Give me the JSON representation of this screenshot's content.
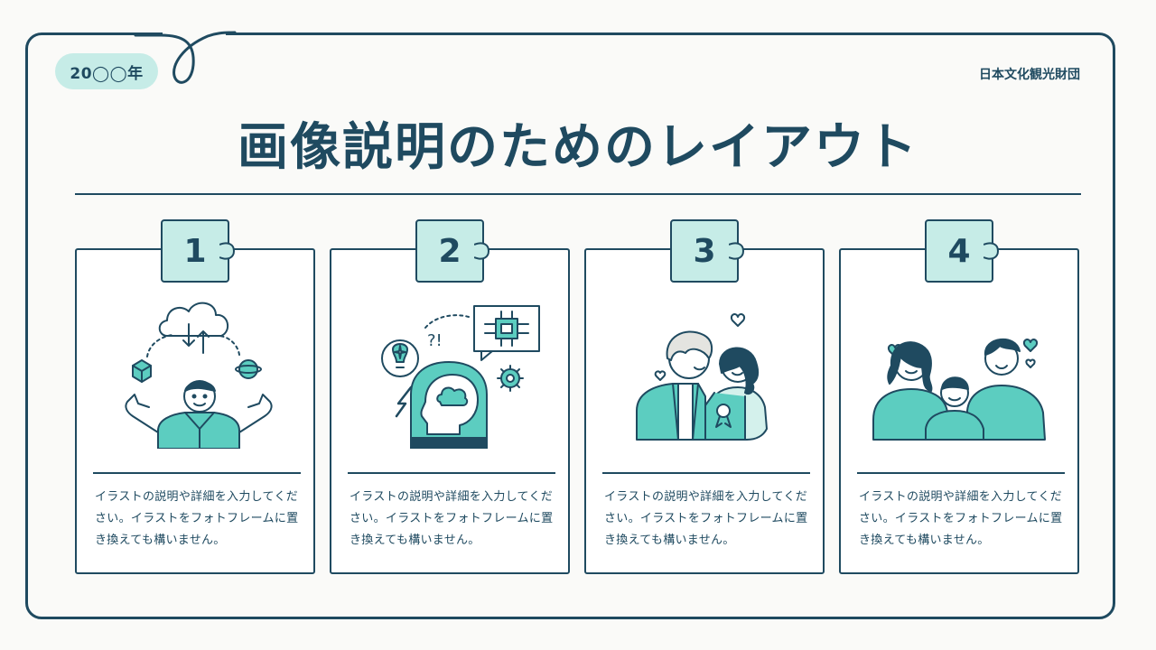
{
  "header": {
    "year": "20◯◯年",
    "organization": "日本文化観光財団",
    "title": "画像説明のためのレイアウト"
  },
  "cards": [
    {
      "number": "1",
      "illustration": "person-cloud-data-icon",
      "description": "イラストの説明や詳細を入力してください。イラストをフォトフレームに置き換えても構いません。"
    },
    {
      "number": "2",
      "illustration": "ai-head-chip-icon",
      "description": "イラストの説明や詳細を入力してください。イラストをフォトフレームに置き換えても構いません。"
    },
    {
      "number": "3",
      "illustration": "grandparent-child-icon",
      "description": "イラストの説明や詳細を入力してください。イラストをフォトフレームに置き換えても構いません。"
    },
    {
      "number": "4",
      "illustration": "family-hearts-icon",
      "description": "イラストの説明や詳細を入力してください。イラストをフォトフレームに置き換えても構いません。"
    }
  ],
  "colors": {
    "primary": "#1f4a60",
    "accent": "#5ccdc0",
    "accent_light": "#c6ece7",
    "background": "#fafaf8"
  }
}
